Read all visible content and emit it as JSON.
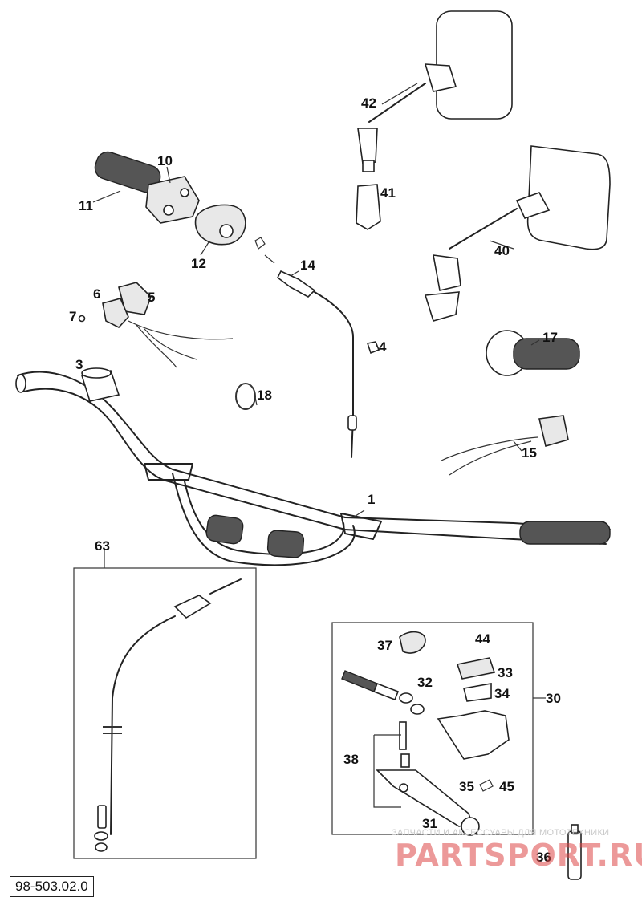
{
  "diagram": {
    "reference": "98-503.02.0",
    "labels": {
      "p1": "1",
      "p3": "3",
      "p4": "4",
      "p5": "5",
      "p6": "6",
      "p7": "7",
      "p10": "10",
      "p11": "11",
      "p12": "12",
      "p14": "14",
      "p15": "15",
      "p17": "17",
      "p18": "18",
      "p30": "30",
      "p31": "31",
      "p32": "32",
      "p33": "33",
      "p34": "34",
      "p35": "35",
      "p36": "36",
      "p37": "37",
      "p38": "38",
      "p40": "40",
      "p41": "41",
      "p42": "42",
      "p44": "44",
      "p45": "45",
      "p63": "63"
    }
  },
  "watermark": {
    "caption": "ЗАПЧАСТИ И АКСЕССУАРЫ ДЛЯ МОТОТЕХНИКИ",
    "brand": "PARTSPORT.RU"
  }
}
